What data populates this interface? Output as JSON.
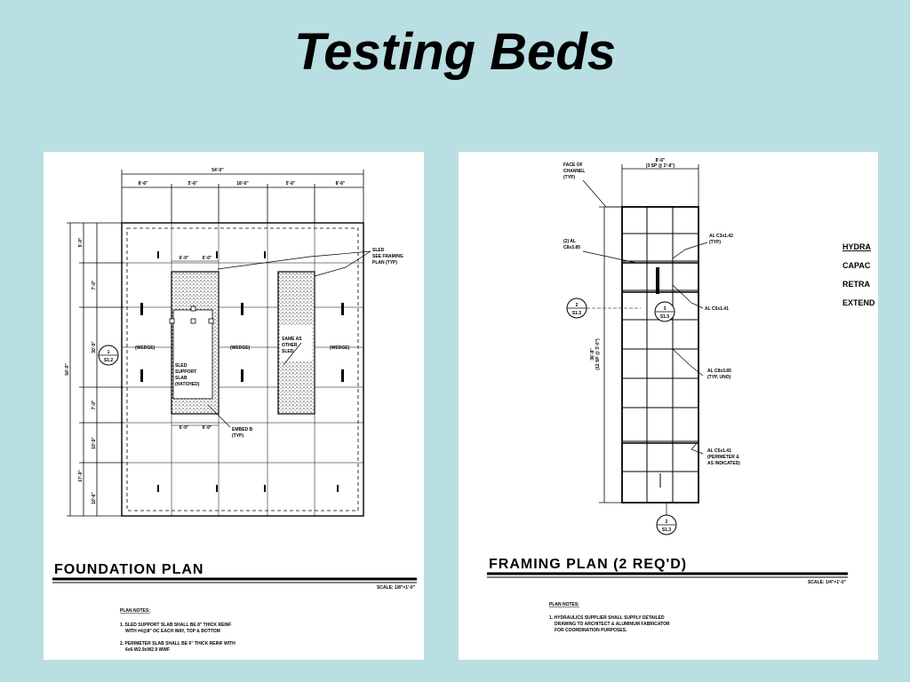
{
  "slide": {
    "title": "Testing Beds"
  },
  "foundation": {
    "title": "FOUNDATION PLAN",
    "scale": "SCALE: 1/8\"=1'-0\"",
    "overall_dim": "54'-0\"",
    "top_dims": [
      "8'-6\"",
      "5'-6\"",
      "18'-0\"",
      "5'-6\"",
      "8'-6\""
    ],
    "inner_dims": [
      "6'-0\"",
      "6'-0\""
    ],
    "left_dims": [
      "5'-0\"",
      "7'-0\"",
      "30'-0\"",
      "7'-0\"",
      "10'-0\"",
      "17'-0\"",
      "10'-6\""
    ],
    "overall_height": "54'-0\"",
    "bottom_dims": [
      "6'-0\"",
      "6'-0\""
    ],
    "callouts": {
      "sled_framing": "SLED\nSEE FRAMING\nPLAN (TYP)",
      "sled_support": "SLED\nSUPPORT\nSLAB\n(HATCHED)",
      "same_as_other": "SAME AS\nOTHER\nSLED",
      "embed": "EMBED B\n(TYP)",
      "wedge_labels": [
        "(WEDGE)",
        "(WEDGE)",
        "(WEDGE)",
        "(WEDGE)"
      ]
    },
    "section_mark": {
      "number": "1",
      "sheet": "S1.2"
    },
    "notes_title": "PLAN NOTES:",
    "notes": [
      "1. SLED SUPPORT SLAB SHALL BE 8\" THICK REINF",
      "WITH #4@8\" OC EACH WAY, TOP & BOTTOM",
      "2. PERIMETER SLAB SHALL BE 6\" THICK REINF WITH",
      "6x6-W2.9xW2.9 WWF"
    ]
  },
  "framing": {
    "title": "FRAMING PLAN (2 REQ'D)",
    "scale": "SCALE: 1/4\"=1'-0\"",
    "top_dim": "8'-6\"",
    "top_dim_sub": "(3 SP @ 2'-8\")",
    "side_dim": "36'-8\"",
    "side_dim_sub": "(12 SP @ 3'-0\")",
    "callouts": {
      "face_of_channel": "FACE OF\nCHANNEL\n(TYP)",
      "two_al": "(2) AL\nC8x3.85",
      "al_c3": "AL C3x1.42\n(TYP)",
      "al_c5": "AL C5x1.41",
      "al_c8": "AL C8x3.85\n(TYP, UNO)",
      "al_perimeter": "AL C5x1.41\n(PERIMETER &\nAS INDICATED)"
    },
    "section_marks": [
      {
        "number": "2",
        "sheet": "S1.5"
      },
      {
        "number": "3",
        "sheet": "S1.5"
      },
      {
        "number": "2",
        "sheet": "S1.3"
      }
    ],
    "side_text": [
      "HYDRA",
      "CAPAC",
      "RETRA",
      "EXTEND"
    ],
    "notes_title": "PLAN NOTES:",
    "notes": [
      "1. HYDRAULICS SUPPLIER SHALL SUPPLY DETAILED",
      "DRAWING TO ARCHITECT & ALUMINUM FABRICATOR",
      "FOR COORDINATION PURPOSES."
    ]
  }
}
